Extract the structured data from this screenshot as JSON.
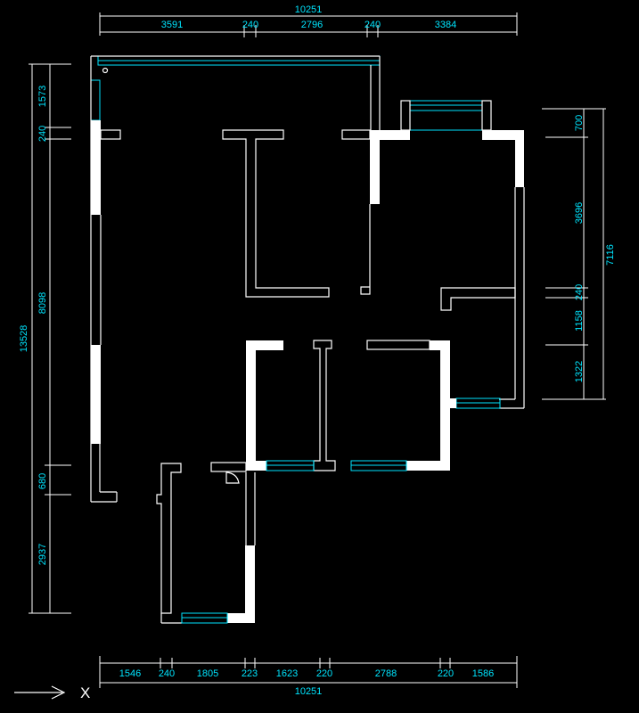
{
  "dimensions": {
    "top": {
      "total": "10251",
      "segments": [
        "3591",
        "240",
        "2796",
        "240",
        "3384"
      ]
    },
    "bottom": {
      "total": "10251",
      "segments": [
        "1546",
        "240",
        "1805",
        "223",
        "1623",
        "220",
        "2788",
        "220",
        "1586"
      ]
    },
    "left": {
      "total": "13528",
      "segments": [
        "1573",
        "240",
        "8098",
        "680",
        "2937"
      ]
    },
    "right": {
      "total": "7116",
      "segments": [
        "700",
        "3696",
        "240",
        "1158",
        "1322"
      ]
    }
  },
  "axis_indicator": {
    "label": "X"
  },
  "colors": {
    "background": "#000000",
    "wall": "#ffffff",
    "dimension_text": "#00e5ff",
    "window": "#00e5ff"
  }
}
